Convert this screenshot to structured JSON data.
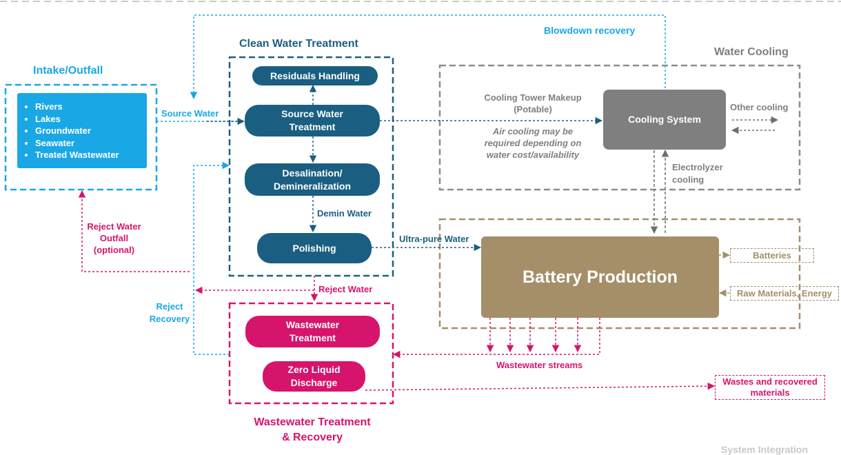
{
  "colors": {
    "intake_blue": "#19a7e6",
    "clean_blue": "#1a5f82",
    "cooling_grey": "#7f7f7f",
    "battery_tan": "#a48f69",
    "waste_magenta": "#d6146b"
  },
  "sections": {
    "intake_title": "Intake/Outfall",
    "clean_title": "Clean Water Treatment",
    "cooling_title": "Water Cooling",
    "wastewater_title": "Wastewater Treatment\n& Recovery",
    "footer": "System Integration"
  },
  "intake_sources": [
    "Rivers",
    "Lakes",
    "Groundwater",
    "Seawater",
    "Treated Wastewater"
  ],
  "nodes": {
    "residuals": "Residuals Handling",
    "source_treatment": "Source Water\nTreatment",
    "desalination": "Desalination/\nDemineralization",
    "polishing": "Polishing",
    "cooling_system": "Cooling System",
    "battery": "Battery Production",
    "wastewater_treatment": "Wastewater\nTreatment",
    "zld": "Zero Liquid\nDischarge",
    "batteries_out": "Batteries",
    "raw_materials": "Raw Materials, Energy",
    "wastes": "Wastes and recovered\nmaterials"
  },
  "flows": {
    "source_water": "Source Water",
    "blowdown": "Blowdown recovery",
    "cooling_makeup": "Cooling Tower Makeup\n(Potable)",
    "air_cooling": "Air cooling may be\nrequired depending on\nwater cost/availability",
    "other_cooling": "Other cooling",
    "electrolyzer": "Electrolyzer\ncooling",
    "demin_water": "Demin Water",
    "ultrapure": "Ultra-pure Water",
    "reject_outfall": "Reject Water\nOutfall\n(optional)",
    "reject_water": "Reject Water",
    "reject_recovery": "Reject\nRecovery",
    "wastewater_streams": "Wastewater streams"
  }
}
